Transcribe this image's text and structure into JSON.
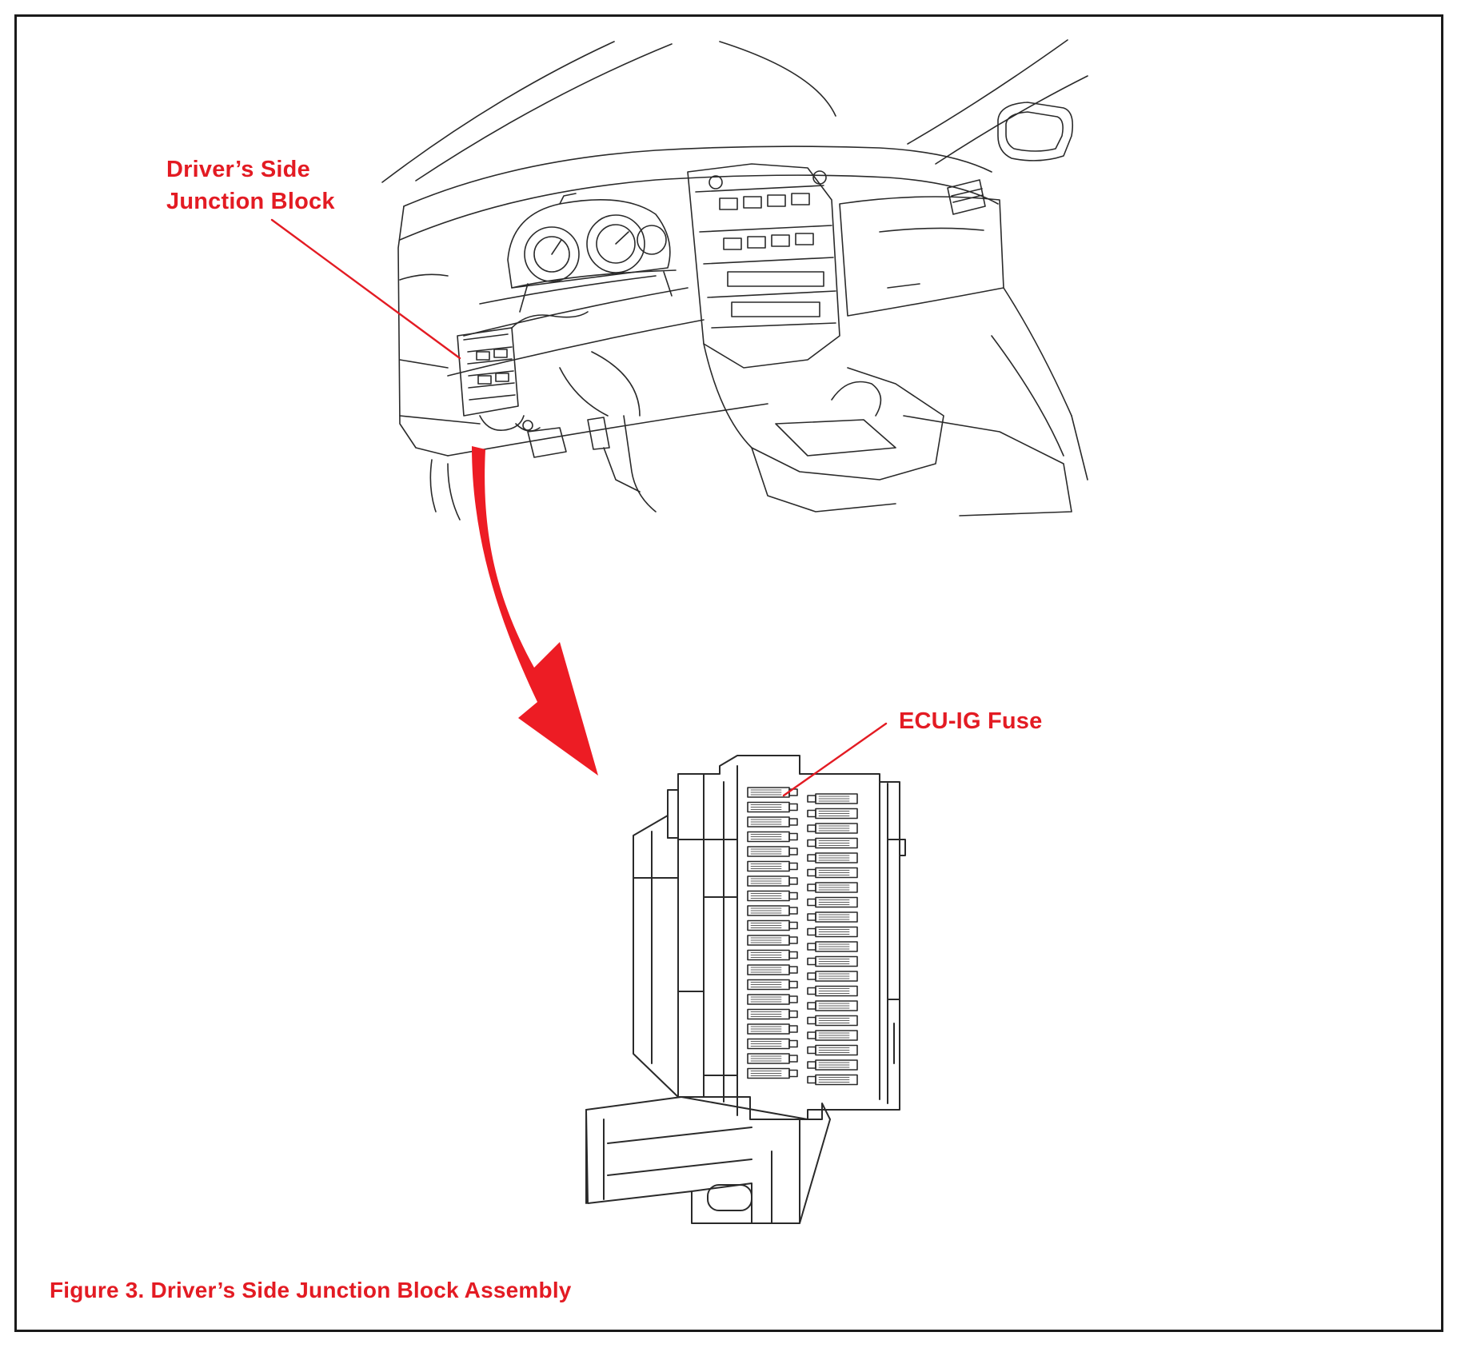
{
  "labels": {
    "junction_block_line1": "Driver’s Side",
    "junction_block_line2": "Junction Block",
    "ecu_fuse": "ECU-IG Fuse"
  },
  "caption": "Figure 3. Driver’s Side Junction Block Assembly",
  "colors": {
    "callout": "#e31b23",
    "linework": "#2a2a2a",
    "frame": "#1a1a1a",
    "background": "#ffffff"
  }
}
